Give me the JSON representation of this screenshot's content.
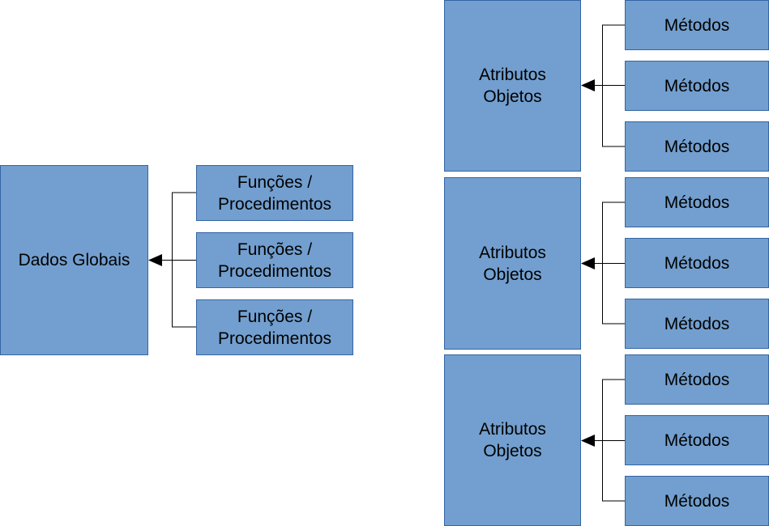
{
  "left_group": {
    "main_box": "Dados Globais",
    "children": [
      "Funções /\nProcedimentos",
      "Funções /\nProcedimentos",
      "Funções /\nProcedimentos"
    ]
  },
  "right_groups": [
    {
      "main_box": "Atributos\nObjetos",
      "children": [
        "Métodos",
        "Métodos",
        "Métodos"
      ]
    },
    {
      "main_box": "Atributos\nObjetos",
      "children": [
        "Métodos",
        "Métodos",
        "Métodos"
      ]
    },
    {
      "main_box": "Atributos\nObjetos",
      "children": [
        "Métodos",
        "Métodos",
        "Métodos"
      ]
    }
  ],
  "colors": {
    "box_fill": "#729fcf",
    "box_border": "#3465a4",
    "connector": "#000000"
  }
}
